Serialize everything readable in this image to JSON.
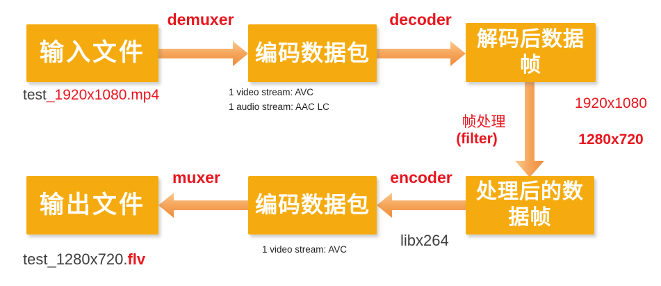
{
  "colors": {
    "box_fill": "#F5AB0F",
    "arrow_light": "#FBC98E",
    "arrow_mid": "#F5A55B",
    "arrow_dark": "#EE8C3B",
    "accent_red": "#E8151E",
    "text_dark": "#3F3F3F",
    "text_black": "#1F1F1F"
  },
  "boxes": {
    "input": "输入文件",
    "packets_top": "编码数据包",
    "decoded": "解码后数据帧",
    "processed": "处理后的数据帧",
    "packets_bottom": "编码数据包",
    "output": "输出文件"
  },
  "arrows": {
    "demuxer": "demuxer",
    "decoder": "decoder",
    "filter_zh": "帧处理",
    "filter_en": "(filter)",
    "encoder": "encoder",
    "muxer": "muxer"
  },
  "annotations": {
    "input_file_prefix": "test",
    "input_file_highlight": "_1920x1080.mp4",
    "top_streams": [
      "1 video stream: AVC",
      "1 audio stream: AAC LC"
    ],
    "source_resolution": "1920x1080",
    "target_resolution": "1280x720",
    "encoder_library": "libx264",
    "bottom_streams": [
      "1 video stream: AVC"
    ],
    "output_file_prefix": "test_1280x720.",
    "output_file_highlight": "flv"
  }
}
